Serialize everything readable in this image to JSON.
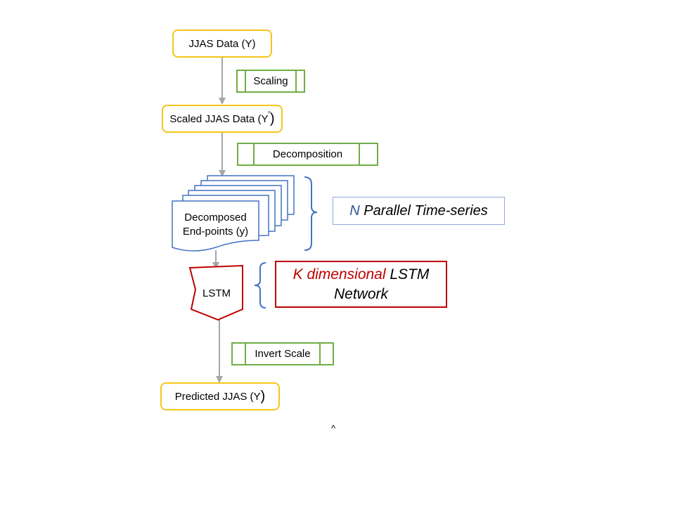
{
  "nodes": {
    "input": "JJAS Data (Y)",
    "scaled_prefix": "Scaled JJAS Data (Y",
    "scaled_mark": "′",
    "scaled_suffix": ")",
    "decomposed_line1": "Decomposed",
    "decomposed_line2": "End-points (y)",
    "lstm": "LSTM",
    "predicted_prefix": "Predicted JJAS (Y",
    "predicted_suffix": ")"
  },
  "steps": {
    "scaling": "Scaling",
    "decomposition": "Decomposition",
    "invert_scale": "Invert Scale"
  },
  "notes": {
    "parallel_accent": "N",
    "parallel_rest": "Parallel Time-series",
    "lstm_accent": "K dimensional",
    "lstm_rest_line1": "LSTM",
    "lstm_line2": "Network"
  },
  "footer_mark": "^",
  "colors": {
    "yellow": "#F5C518",
    "green": "#70AD47",
    "blue": "#4472C4",
    "red": "#C00000",
    "arrow": "#A6A6A6"
  }
}
